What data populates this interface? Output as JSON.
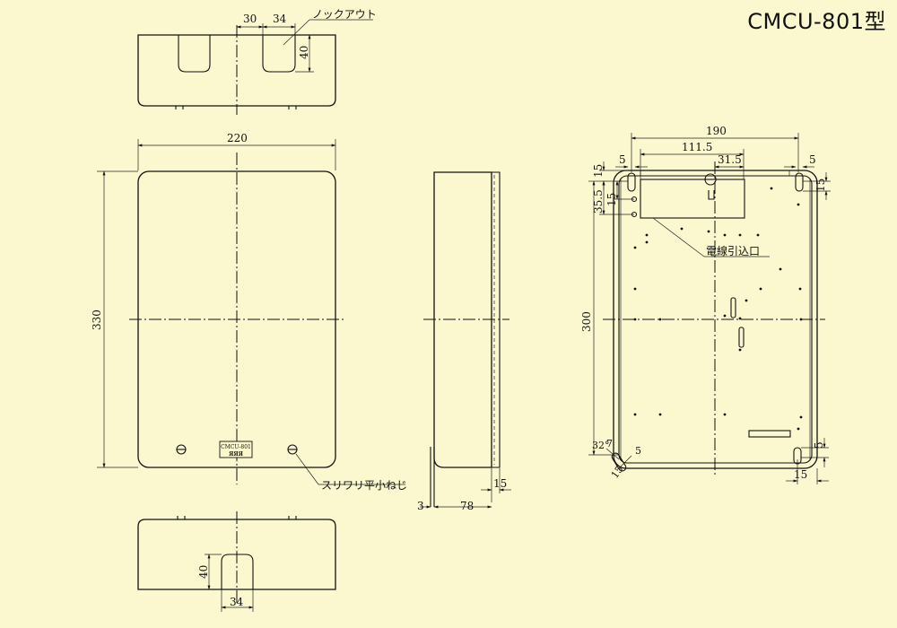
{
  "title": "CMCU-801型",
  "labels": {
    "knockout": "ノックアウト",
    "screw": "スリワリ平小ねじ",
    "cable_inlet": "電線引込口",
    "nameplate_model": "CMCU-801",
    "nameplate_brand": "ЯЯЯ"
  },
  "dims": {
    "top_30": "30",
    "top_34": "34",
    "top_40": "40",
    "front_220": "220",
    "front_330": "330",
    "side_15": "15",
    "side_3": "3",
    "side_78": "78",
    "bottom_40": "40",
    "bottom_34": "34",
    "back_190": "190",
    "back_111_5": "111.5",
    "back_31_5": "31.5",
    "back_5_left": "5",
    "back_5_right": "5",
    "back_15_top_left": "15",
    "back_15_right": "15",
    "back_35_5": "35.5",
    "back_15_left2": "15",
    "back_300": "300",
    "back_32deg": "32°",
    "back_7": "7",
    "back_5_bottom": "5",
    "back_15_bottom_left": "15",
    "back_5_bottom_right": "5",
    "back_15_bottom_right": "15"
  }
}
